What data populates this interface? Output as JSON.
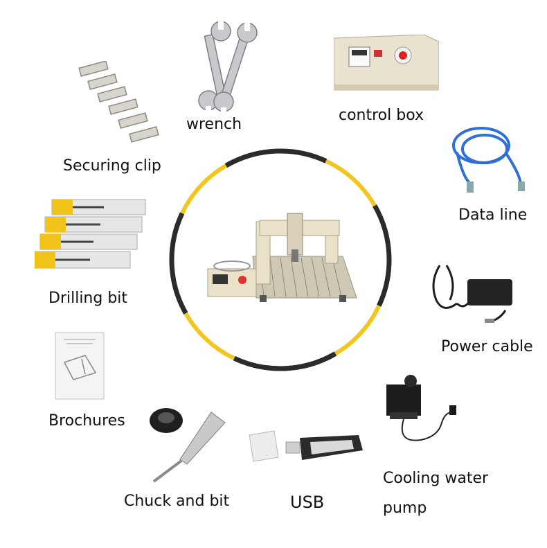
{
  "items": {
    "wrench": "wrench",
    "control_box": "control box",
    "securing_clip": "Securing clip",
    "data_line": "Data line",
    "drilling_bit": "Drilling bit",
    "power_cable": "Power cable",
    "brochures": "Brochures",
    "chuck_and_bit": "Chuck and bit",
    "usb": "USB",
    "cooling_pump_line1": "Cooling water",
    "cooling_pump_line2": "pump"
  },
  "colors": {
    "ring_yellow": "#f2c61f",
    "ring_dark": "#2b2b2b",
    "cable_blue": "#2f6fd6",
    "bit_yellow": "#f2c318",
    "machine_cream": "#e9e1c8"
  }
}
